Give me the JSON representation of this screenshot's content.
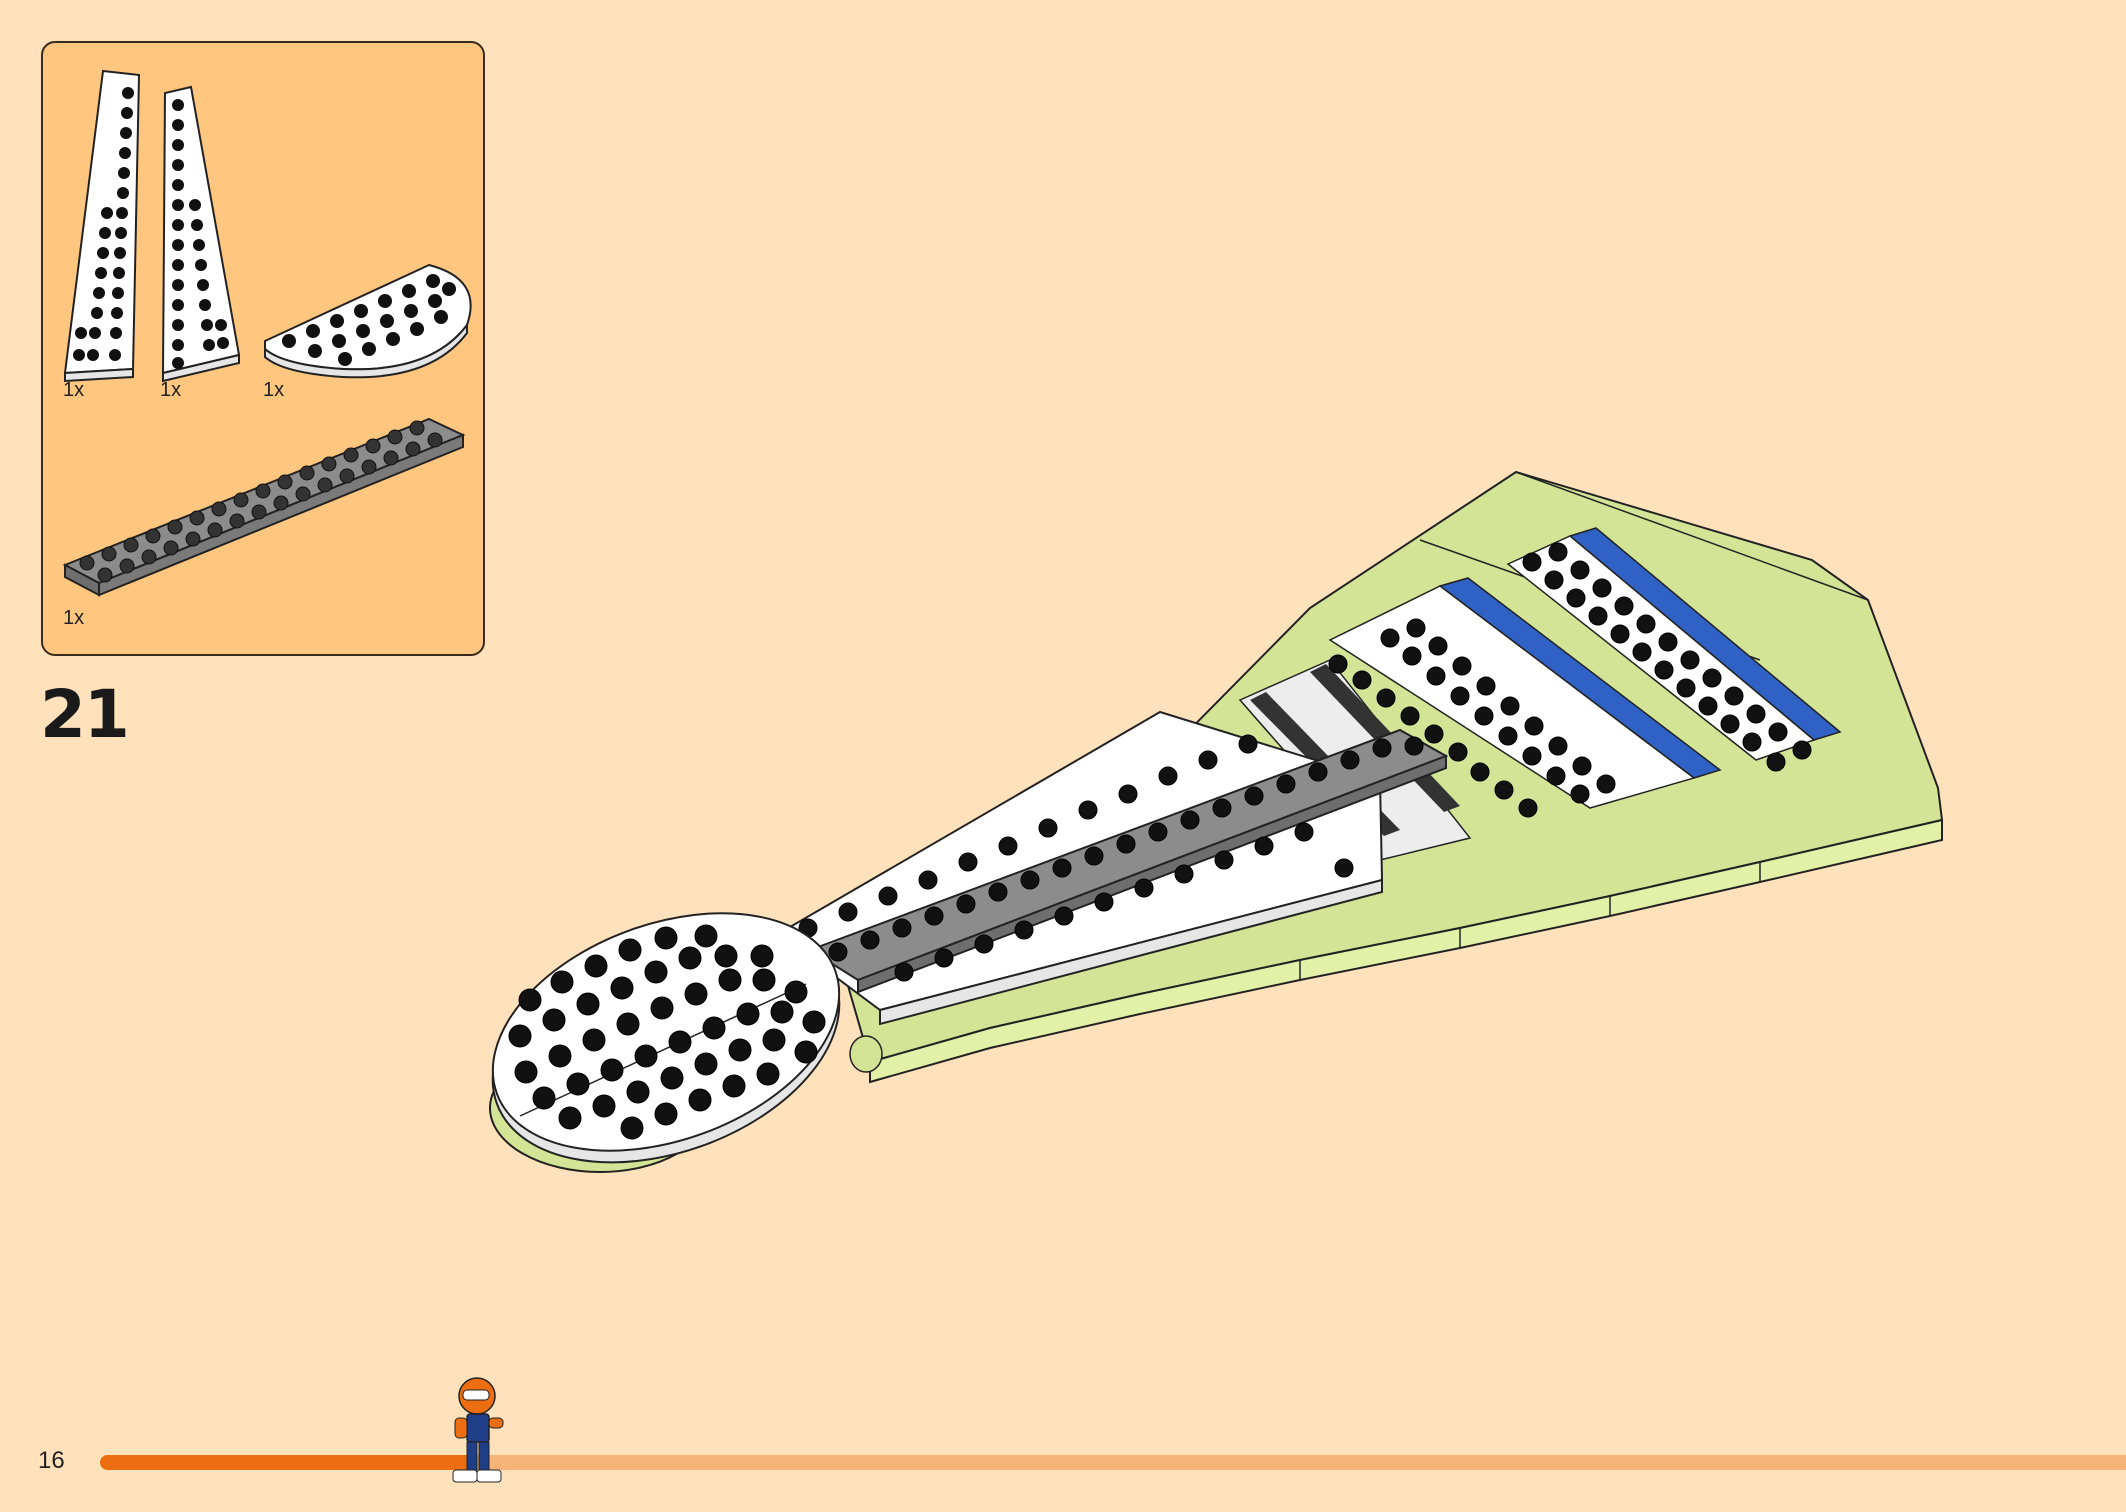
{
  "page": {
    "step_number": "21",
    "page_number": "16",
    "progress": 0.186
  },
  "parts": [
    {
      "name": "wedge-plate-left",
      "qty": "1x",
      "color": "#FFFFFF"
    },
    {
      "name": "wedge-plate-right",
      "qty": "1x",
      "color": "#FFFFFF"
    },
    {
      "name": "half-round-plate",
      "qty": "1x",
      "color": "#FFFFFF"
    },
    {
      "name": "long-plate",
      "qty": "1x",
      "color": "#8C8C8C"
    }
  ],
  "colors": {
    "background": "#FFE2BC",
    "panel": "#FFC67F",
    "progress_fill": "#EC6E10",
    "progress_track": "#F7B478",
    "lime": "#D3E497",
    "blue": "#2F62C4",
    "gray": "#8C8C8C"
  },
  "icons": [
    "minifigure-icon"
  ]
}
